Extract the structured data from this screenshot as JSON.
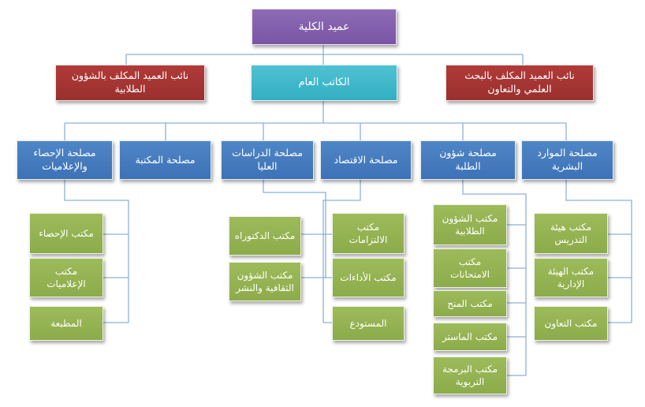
{
  "dean": "عميد الكلية",
  "general_secretary": "الكاتب العام",
  "vice_deans": {
    "students": "نائب العميد المكلف بالشؤون الطلابية",
    "research": "نائب العميد المكلف بالبحث العلمي والتعاون"
  },
  "services": {
    "statistics": "مصلحة الإحصاء والإعلاميات",
    "library": "مصلحة المكتبة",
    "graduate": "مصلحة الدراسات العليا",
    "economy": "مصلحة الاقتصاد",
    "students": "مصلحة شؤون الطلبة",
    "hr": "مصلحة الموارد البشرية"
  },
  "offices": {
    "statistics": [
      "مكتب الإحصاء",
      "مكتب الإعلاميات",
      "المطبعة"
    ],
    "graduate": [
      "مكتب الدكتوراه",
      "مكتب الشؤون الثقافية والنشر"
    ],
    "economy": [
      "مكتب الالتزامات",
      "مكتب الأداءات",
      "المستودع"
    ],
    "students": [
      "مكتب الشؤون الطلابية",
      "مكتب الامتحانات",
      "مكتب المنح",
      "مكتب الماستر",
      "مكتب البرمجة التربوية"
    ],
    "hr": [
      "مكتب هيئة التدريس",
      "مكتب الهيئة الإدارية",
      "مكتب التعاون"
    ]
  },
  "colors": {
    "line": "#8eb0d8",
    "dean": "#8d6bb5",
    "secretary": "#4fc2d3",
    "vice_dean": "#a83634",
    "service": "#4a7fc0",
    "office": "#9ab756"
  }
}
